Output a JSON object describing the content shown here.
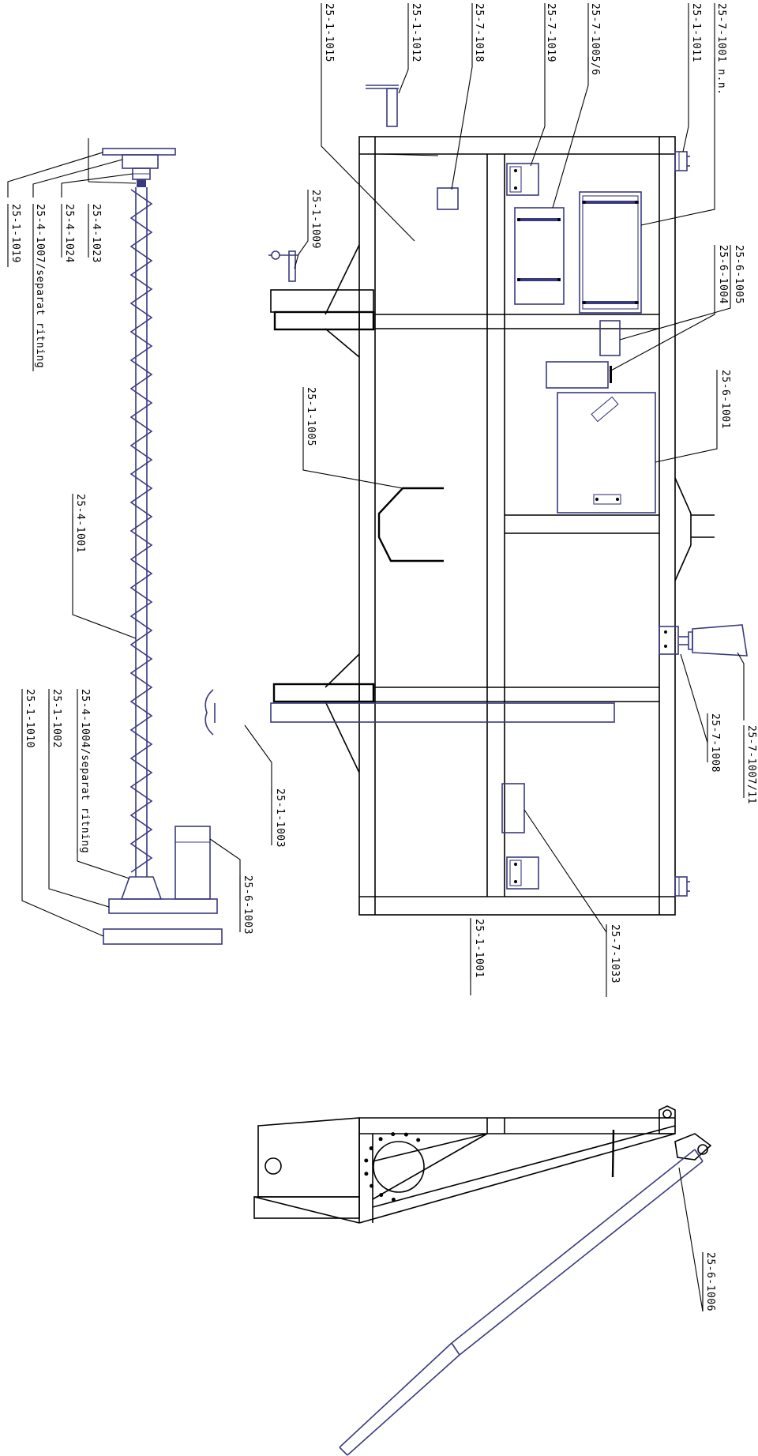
{
  "colors": {
    "frame": "#000000",
    "component": "#3a3a80",
    "background": "#ffffff"
  },
  "labels": {
    "p1015": "25-1-1015",
    "p1012": "25-1-1012",
    "p7_1018": "25-7-1018",
    "p7_1019": "25-7-1019",
    "p7_1005_6": "25-7-1005/6",
    "p1011": "25-1-1011",
    "p7_1001": "25-7-1001 n.n.",
    "p6_1005": "25-6-1005",
    "p6_1004": "25-6-1004",
    "p6_1001": "25-6-1001",
    "p1009": "25-1-1009",
    "p1005": "25-1-1005",
    "p7_1007_11": "25-7-1007/11",
    "p7_1008": "25-7-1008",
    "p1003": "25-1-1003",
    "p1001": "25-1-1001",
    "p7_1033": "25-7-1033",
    "p1019": "25-1-1019",
    "p4_1007": "25-4-1007/separat ritning",
    "p4_1024": "25-4-1024",
    "p4_1023": "25-4-1023",
    "p4_1001": "25-4-1001",
    "p4_1004": "25-4-1004/separat ritning",
    "p1002": "25-1-1002",
    "p1010": "25-1-1010",
    "p6_1003": "25-6-1003",
    "p6_1006": "25-6-1006"
  }
}
